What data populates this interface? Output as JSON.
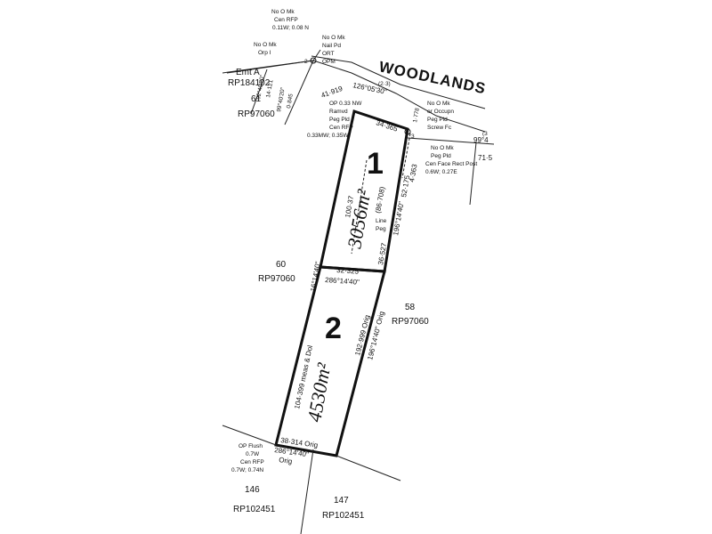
{
  "road": {
    "name": "WOODLANDS"
  },
  "lots": [
    {
      "number": "1",
      "area": "3056m²"
    },
    {
      "number": "2",
      "area": "4530m²"
    }
  ],
  "neighbors": {
    "lot61": {
      "number": "61",
      "plan": "RP97060"
    },
    "lot60": {
      "number": "60",
      "plan": "RP97060"
    },
    "lot58": {
      "number": "58",
      "plan": "RP97060"
    },
    "lot146": {
      "number": "146",
      "plan": "RP102451"
    },
    "lot147": {
      "number": "147",
      "plan": "RP102451"
    },
    "emt": {
      "label": "Emt A",
      "plan": "RP184102"
    }
  },
  "dimensions": {
    "lot1_north": "34·365",
    "lot1_east": "52·175",
    "lot1_west": "100·37",
    "lot1_common": "32·325",
    "lot1_inner": "(86·708)",
    "lot1_east_lower": "36·527",
    "east_bearing_upper": "196°14'40\"",
    "lot1_east_small": "4·363",
    "road_bearing": "126°05'30\"",
    "corner_measure": "41·919",
    "corner_bracket": "(2·3)",
    "north_small": "1·778",
    "right_bearing_top": "99°4",
    "right_top_bracket": "(3",
    "right_measure": "71·5",
    "common_bearing": "286°14'40\"",
    "west_bearing": "16°14'40\"",
    "lot2_east": "192·999 Orig",
    "lot2_east_bearing": "196°14'40\" Orig",
    "lot2_west": "104·399 meas & Dol",
    "south_dim": "38·314 Orig",
    "south_bearing": "286°14'40\"",
    "south_orig": "Orig",
    "left_bearing_a": "92°40'20\"",
    "left_dim_a": "14·121",
    "left_bearing_b": "99°40'20\"",
    "left_dim_b": "0·845"
  },
  "notes": {
    "top_mark_1": "No O Mk",
    "top_mark_2": "Cen RFP",
    "top_mark_3": "0.11W; 0.08 N",
    "left_mark_1": "No O Mk",
    "left_mark_2": "Orp I",
    "nail_1": "No O Mk",
    "nail_2": "Nail Pd",
    "nail_3": "ORT",
    "nail_4": "OPM",
    "op_1": "OP  0.33 NW",
    "op_2": "Ramvd",
    "op_3": "Peg Pld",
    "op_4": "Cen RFP",
    "op_5": "0.33MW; 0.35W",
    "occup_1": "No O Mk",
    "occup_2": "or Occupn",
    "occup_3": "Peg Pld",
    "occup_4": "Screw  Fc",
    "east_1": "No O Mk",
    "east_2": "Peg Pld",
    "east_3": "Cen Face Rect Post",
    "east_4": "0.6W; 0.27E",
    "linepeg_1": "Line",
    "linepeg_2": "Peg",
    "flush_1": "OP Flush",
    "flush_2": "0.7W",
    "flush_3": "Cen RFP",
    "flush_4": "0.7W; 0.74N",
    "pt_2": "2",
    "pt_3": "3"
  }
}
